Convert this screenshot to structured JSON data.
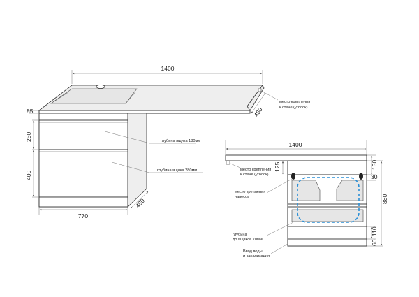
{
  "left_view": {
    "width_top": "1400",
    "height_top": "85",
    "drawer1_h": "250",
    "drawer2_h": "400",
    "base_width": "770",
    "depth_top": "480",
    "depth_bottom": "480",
    "wall_mount_line1": "место крепления",
    "wall_mount_line2": "к стене (уголок)",
    "drawer1_depth": "глубина ящика 180мм",
    "drawer2_depth": "глубина ящика 280мм"
  },
  "right_view": {
    "width": "1400",
    "dim_130": "130",
    "dim_30": "30",
    "dim_125": "125",
    "dim_880": "880",
    "dim_110": "110",
    "dim_60": "60",
    "wall_mount_line1": "место крепления",
    "wall_mount_line2": "к стене (уголок)",
    "hang_line1": "место крепления",
    "hang_line2": "навесов",
    "depth_line1": "глубина",
    "depth_line2": "до ящиков 70мм",
    "water_line1": "Ввод воды",
    "water_line2": "и канализация"
  }
}
